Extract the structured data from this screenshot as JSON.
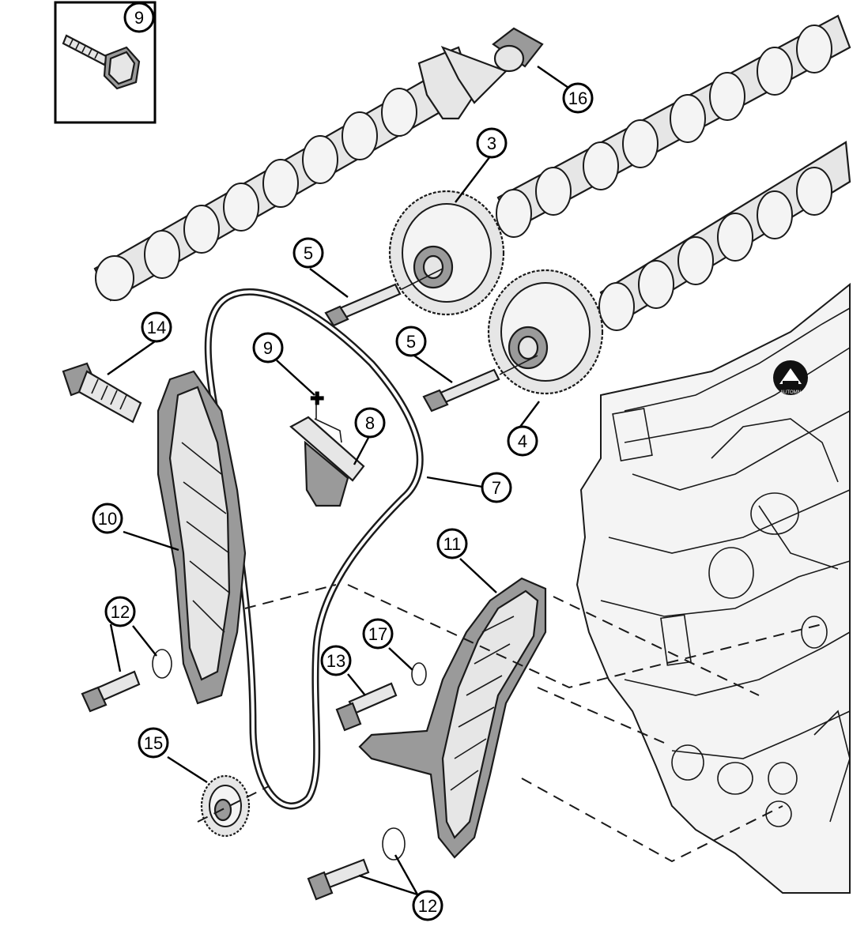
{
  "callouts": {
    "c9box": "9",
    "c16": "16",
    "c3": "3",
    "c5a": "5",
    "c14": "14",
    "c9": "9",
    "c5b": "5",
    "c8": "8",
    "c4": "4",
    "c7": "7",
    "c10": "10",
    "c11": "11",
    "c12a": "12",
    "c17": "17",
    "c13": "13",
    "c15": "15",
    "c12b": "12"
  },
  "logo": {
    "icon": "car-logo-icon",
    "text": "AUTOMN"
  },
  "colors": {
    "line": "#1a1a1a",
    "part_fill": "#e6e6e6",
    "part_dark": "#9a9a9a"
  }
}
